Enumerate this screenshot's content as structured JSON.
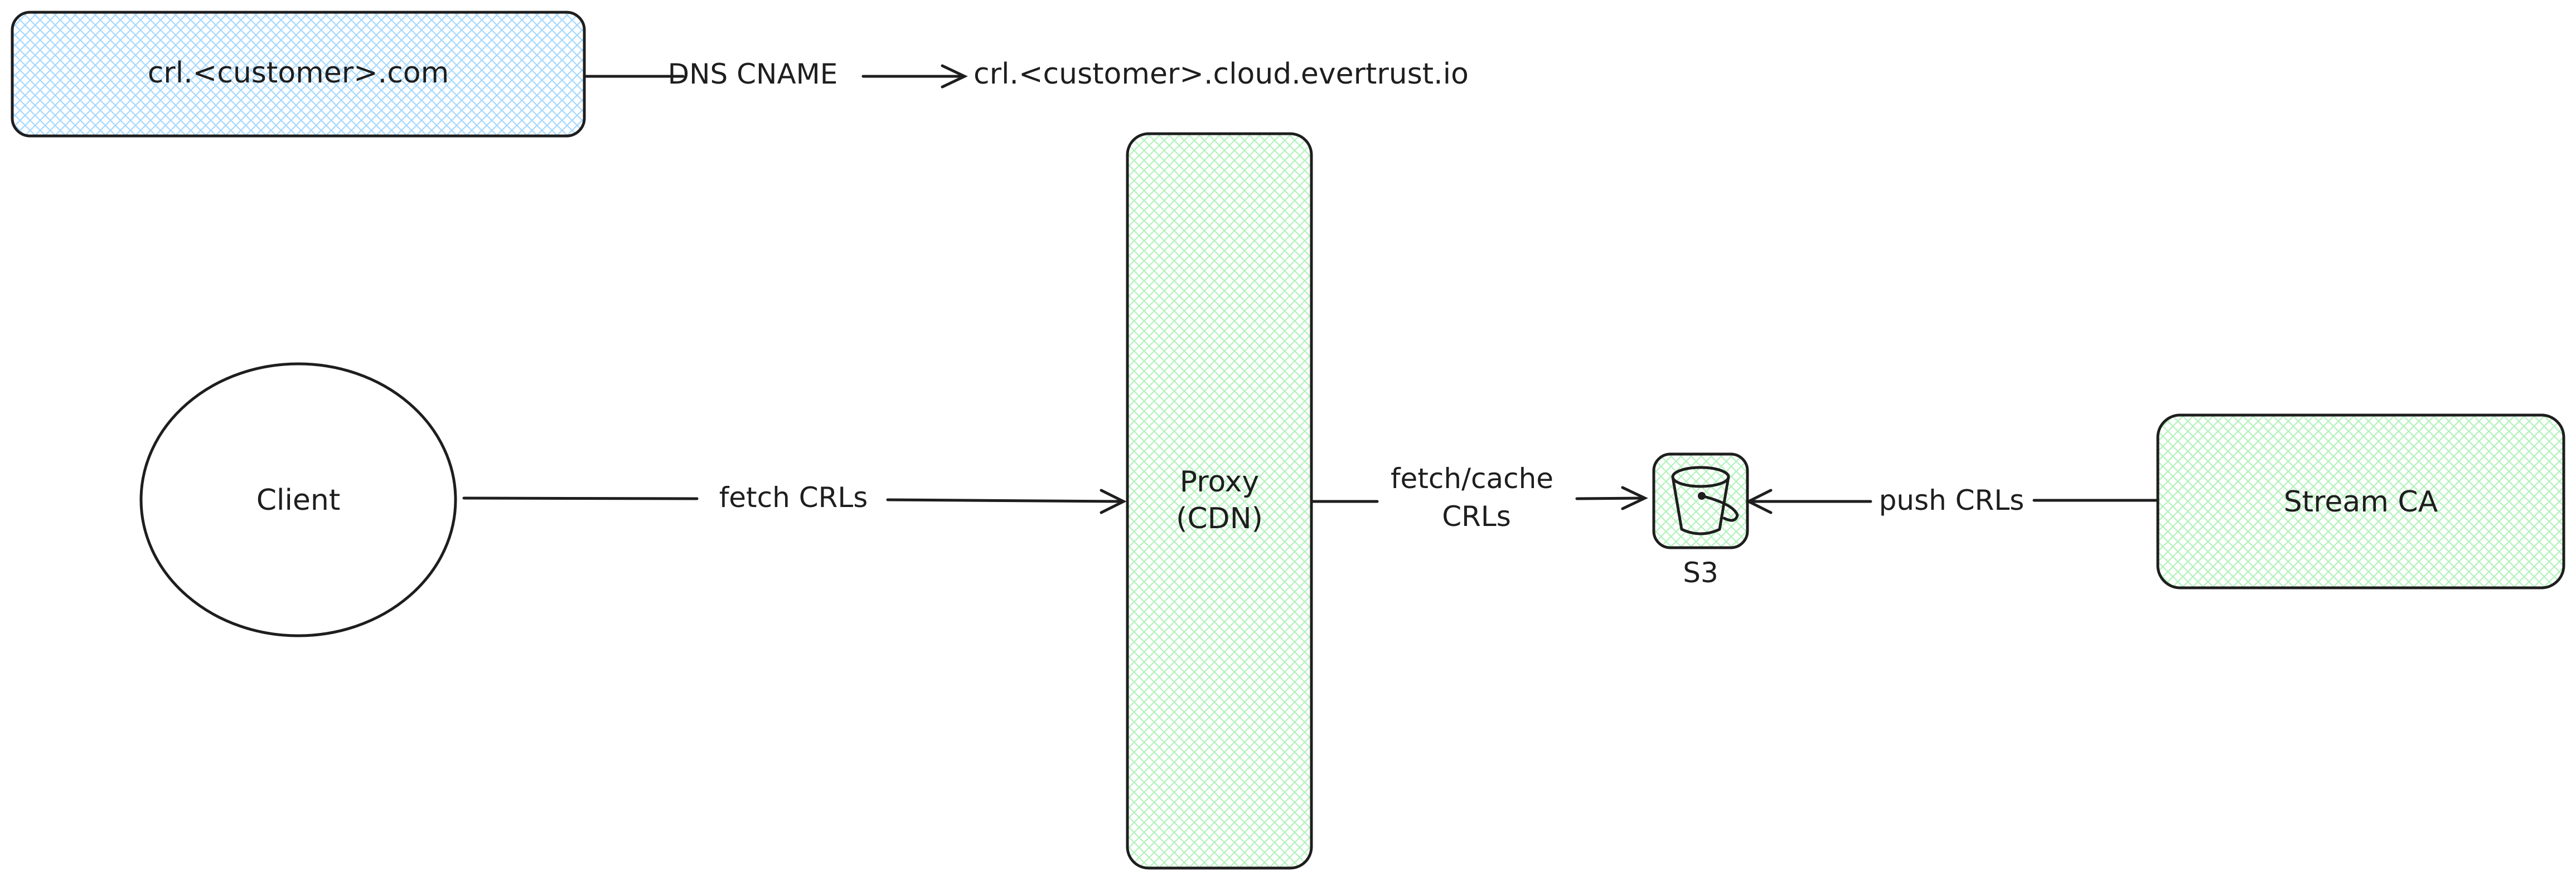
{
  "diagram": {
    "nodes": {
      "crl_domain": "crl.<customer>.com",
      "client": "Client",
      "proxy_line1": "Proxy",
      "proxy_line2": "(CDN)",
      "s3": "S3",
      "stream_ca": "Stream CA",
      "cname_target": "crl.<customer>.cloud.evertrust.io"
    },
    "edges": {
      "dns": "DNS CNAME",
      "client_to_proxy": "fetch CRLs",
      "proxy_to_s3_line1": "fetch/cache",
      "proxy_to_s3_line2": "CRLs",
      "ca_to_s3": "push CRLs"
    },
    "colors": {
      "blue_fill": "#a5d8ff",
      "green_fill": "#b2f2bb",
      "stroke": "#1e1e1e"
    },
    "icons": {
      "s3": "bucket-icon"
    }
  }
}
